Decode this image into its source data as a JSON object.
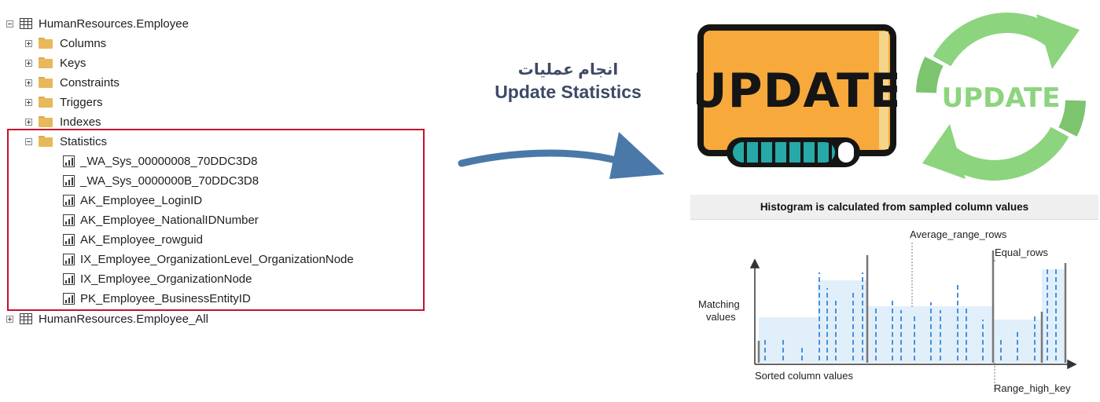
{
  "tree": {
    "table_name": "HumanResources.Employee",
    "folders": [
      "Columns",
      "Keys",
      "Constraints",
      "Triggers",
      "Indexes"
    ],
    "statistics_folder": "Statistics",
    "statistics": [
      "_WA_Sys_00000008_70DDC3D8",
      "_WA_Sys_0000000B_70DDC3D8",
      "AK_Employee_LoginID",
      "AK_Employee_NationalIDNumber",
      "AK_Employee_rowguid",
      "IX_Employee_OrganizationLevel_OrganizationNode",
      "IX_Employee_OrganizationNode",
      "PK_Employee_BusinessEntityID"
    ],
    "next_table": "HumanResources.Employee_All"
  },
  "middle": {
    "line1": "انجام عملیات",
    "line2": "Update Statistics"
  },
  "update_icons": {
    "left_text": "UPDATE",
    "right_text": "UPDATE"
  },
  "histogram": {
    "title": "Histogram is calculated from sampled column values",
    "label_average": "Average_range_rows",
    "label_equal": "Equal_rows",
    "label_matching_1": "Matching",
    "label_matching_2": "values",
    "label_sorted": "Sorted column values",
    "label_range_high_key": "Range_high_key"
  },
  "colors": {
    "highlight_box": "#c8102e",
    "arrow": "#4a78a8",
    "update_orange": "#f7a93b",
    "update_teal": "#27a9a8",
    "update_green": "#8cd47e",
    "histogram_fill": "#e1effa",
    "histogram_dash": "#4a90d9"
  }
}
